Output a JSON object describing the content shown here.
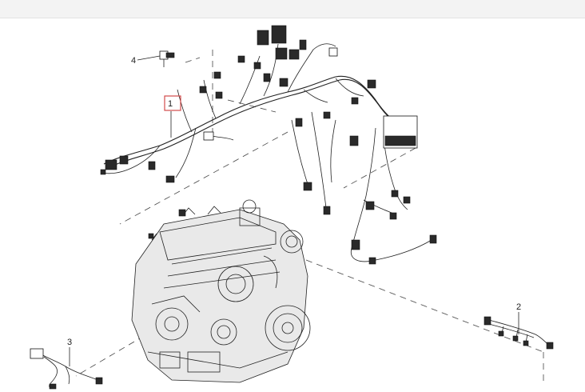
{
  "callouts": {
    "c1": "1",
    "c2": "2",
    "c3": "3",
    "c4": "4"
  },
  "colors": {
    "highlight_box": "#d24b4b",
    "line_art": "#222222",
    "top_bar": "#f3f3f3"
  }
}
